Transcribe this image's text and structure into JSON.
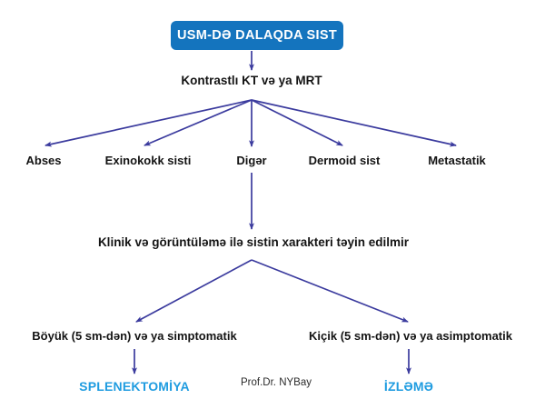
{
  "diagram": {
    "title": "USM-DƏ DALAQDA SIST",
    "credit": "Prof.Dr. NYBay",
    "colors": {
      "header_box_fill": "#1474be",
      "header_box_text": "#ffffff",
      "arrow": "#3b3b9e",
      "label_dark": "#141414",
      "label_blue": "#1f9ce0",
      "background": "#ffffff"
    },
    "nodes": {
      "root": "USM-DƏ DALAQDA SIST",
      "imaging": "Kontrastlı KT və ya MRT",
      "dx_abscess": "Abses",
      "dx_echinococcal": "Exinokokk sisti",
      "dx_other": "Digər",
      "dx_dermoid": "Dermoid sist",
      "dx_metastatic": "Metastatik",
      "indeterminate": "Klinik və görüntüləmə ilə sistin xarakteri təyin edilmir",
      "branch_large": "Böyük (5 sm-dən) və ya simptomatik",
      "branch_small": "Kiçik (5 sm-dən) və ya asimptomatik",
      "outcome_splenectomy": "SPLENEKTOMİYA",
      "outcome_followup": "İZLƏMƏ"
    }
  }
}
